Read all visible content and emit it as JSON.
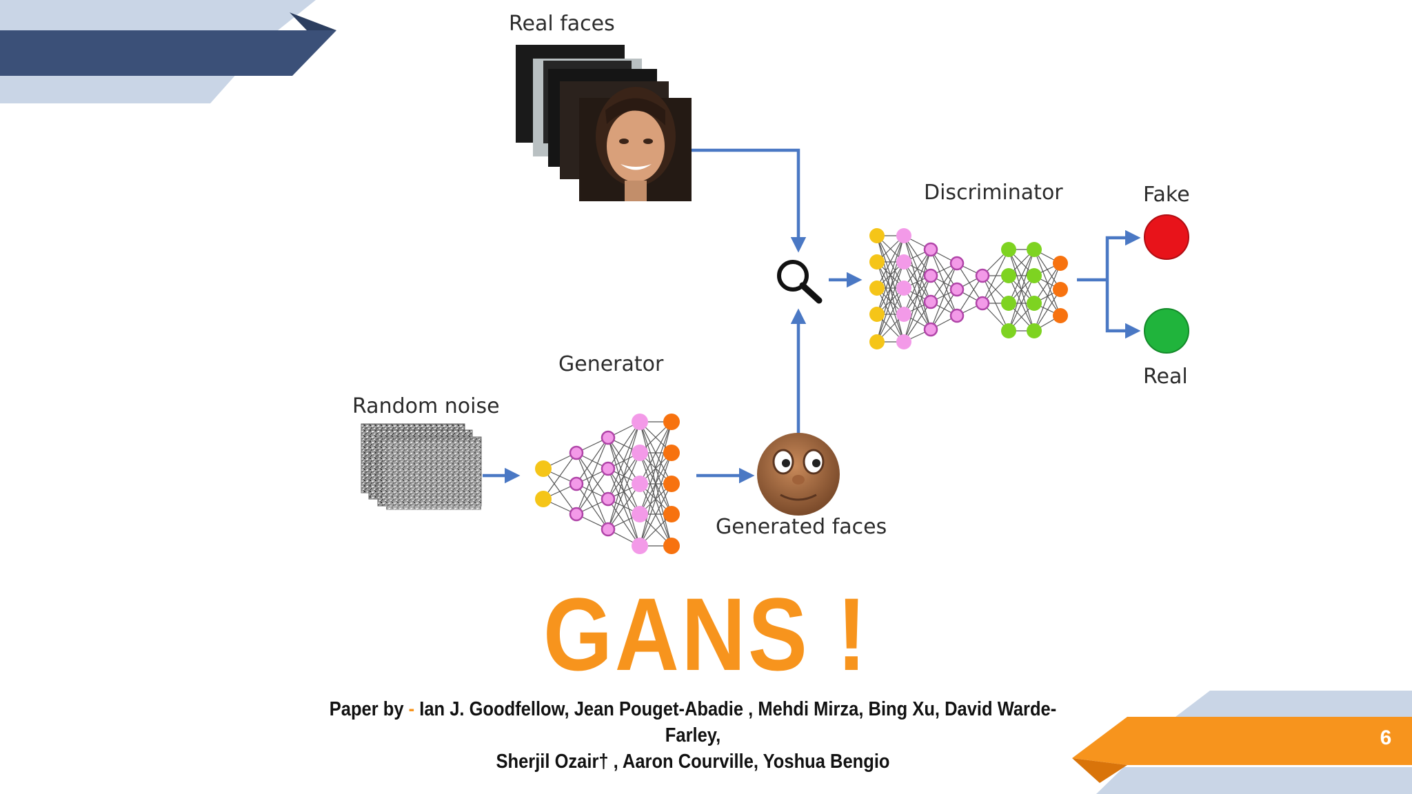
{
  "diagram": {
    "real_faces_label": "Real faces",
    "discriminator_label": "Discriminator",
    "fake_label": "Fake",
    "real_label": "Real",
    "generator_label": "Generator",
    "random_noise_label": "Random noise",
    "generated_faces_label": "Generated faces"
  },
  "slide": {
    "title": "GANS !",
    "credits_prefix": "Paper by",
    "credits_dash": "-",
    "credits_line1": "Ian J. Goodfellow, Jean Pouget-Abadie , Mehdi Mirza, Bing Xu, David Warde-Farley,",
    "credits_line2": "Sherjil Ozair† , Aaron Courville, Yoshua Bengio",
    "page_number": "6"
  },
  "colors": {
    "accent_orange": "#f7941d",
    "navy": "#3b5078",
    "light_blue": "#c9d5e6",
    "arrow_blue": "#4a78c4",
    "fake_red": "#e8131a",
    "real_green": "#20b43c"
  }
}
